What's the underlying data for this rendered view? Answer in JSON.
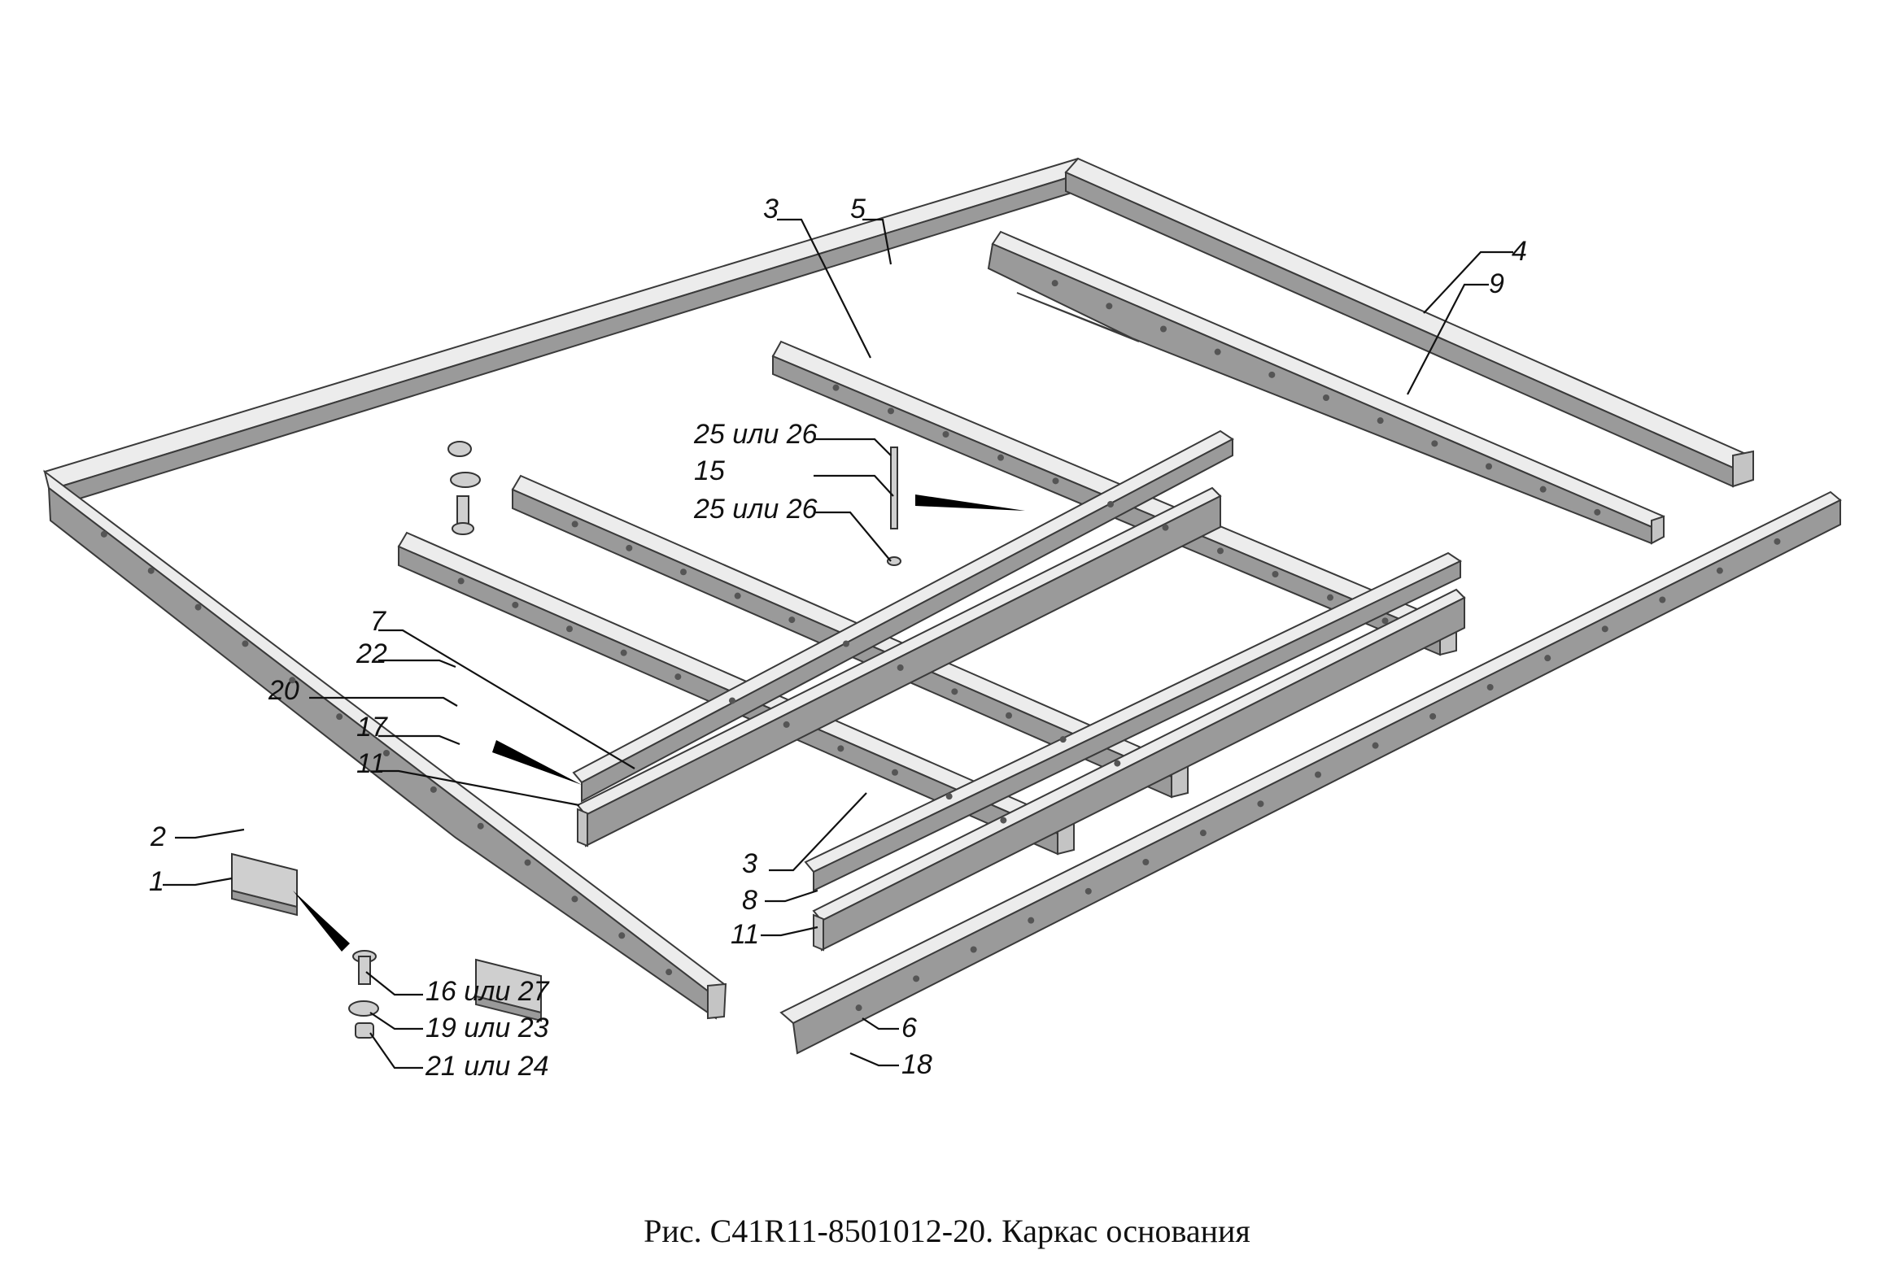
{
  "caption": "Рис. C41R11-8501012-20. Каркас основания",
  "callouts": [
    {
      "id": "c1",
      "label": "1"
    },
    {
      "id": "c2",
      "label": "2"
    },
    {
      "id": "c3a",
      "label": "3"
    },
    {
      "id": "c3b",
      "label": "3"
    },
    {
      "id": "c4",
      "label": "4"
    },
    {
      "id": "c5",
      "label": "5"
    },
    {
      "id": "c6",
      "label": "6"
    },
    {
      "id": "c7",
      "label": "7"
    },
    {
      "id": "c8",
      "label": "8"
    },
    {
      "id": "c9",
      "label": "9"
    },
    {
      "id": "c11a",
      "label": "11"
    },
    {
      "id": "c11b",
      "label": "11"
    },
    {
      "id": "c15",
      "label": "15"
    },
    {
      "id": "c16",
      "label": "16 или 27"
    },
    {
      "id": "c17",
      "label": "17"
    },
    {
      "id": "c18",
      "label": "18"
    },
    {
      "id": "c19",
      "label": "19 или 23"
    },
    {
      "id": "c20",
      "label": "20"
    },
    {
      "id": "c21",
      "label": "21 или 24"
    },
    {
      "id": "c22",
      "label": "22"
    },
    {
      "id": "c25a",
      "label": "25 или 26"
    },
    {
      "id": "c25b",
      "label": "25 или 26"
    }
  ]
}
